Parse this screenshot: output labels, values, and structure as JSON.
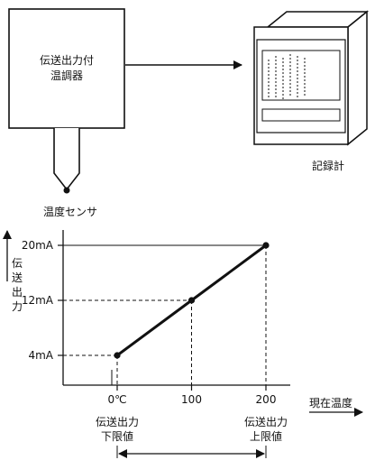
{
  "device": {
    "label_line1": "伝送出力付",
    "label_line2": "温調器"
  },
  "recorder": {
    "label": "記録計"
  },
  "sensor": {
    "label": "温度センサ"
  },
  "chart_data": {
    "type": "line",
    "ylabel_chars": [
      "伝",
      "送",
      "出",
      "力"
    ],
    "xlabel": "現在温度",
    "y_ticks": [
      "4mA",
      "12mA",
      "20mA"
    ],
    "y_values": [
      4,
      12,
      20
    ],
    "x_ticks": [
      "0℃",
      "100",
      "200"
    ],
    "x_values": [
      0,
      100,
      200
    ],
    "series": [
      {
        "x": [
          0,
          100,
          200
        ],
        "y": [
          4,
          12,
          20
        ]
      }
    ],
    "annotations": {
      "lower_limit": [
        "伝送出力",
        "下限値"
      ],
      "upper_limit": [
        "伝送出力",
        "上限値"
      ]
    },
    "grid": "dashed guide lines"
  }
}
